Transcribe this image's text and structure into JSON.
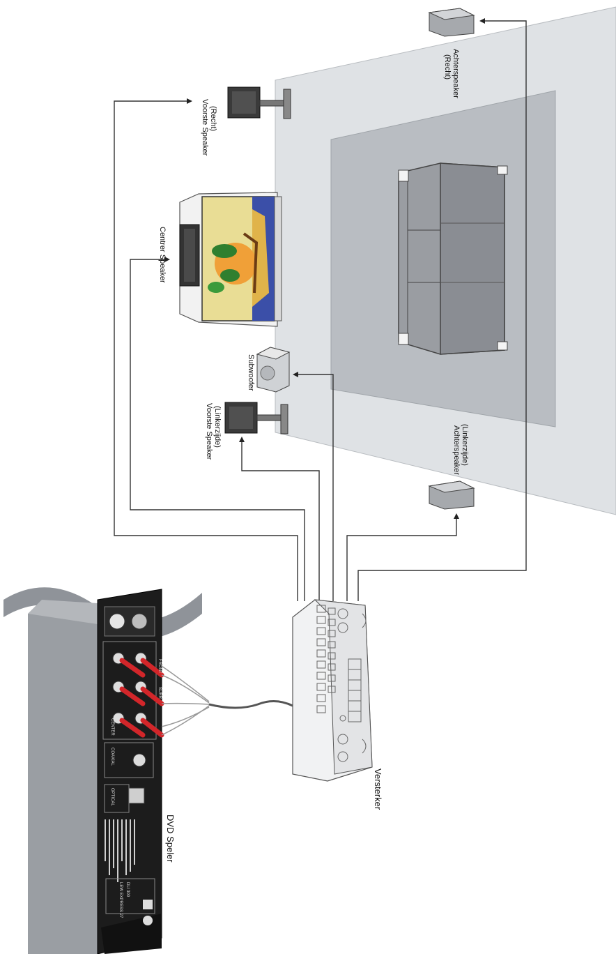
{
  "labels": {
    "rear_right": [
      "Achterspeaker",
      "(Recht)"
    ],
    "front_right": [
      "Voorste Speaker",
      "(Recht)"
    ],
    "center": [
      "Centrer Speaker"
    ],
    "subwoofer": [
      "Subwoofer"
    ],
    "front_left": [
      "Voorste Speaker",
      "(Linkerzijde)"
    ],
    "rear_left": [
      "Achterspeaker",
      "(Linkerzijde)"
    ],
    "amplifier": [
      "Versterker"
    ],
    "dvd": [
      "DVD Speler"
    ]
  },
  "dvd_panel": {
    "jack_labels": [
      "FRONT",
      "SURR",
      "CENTER",
      "COAXIAL",
      "OPTICAL"
    ],
    "model_lines": [
      "DLI 300",
      "LEW EXPRESS 27"
    ]
  },
  "colors": {
    "floor_outer": "#dfe2e5",
    "floor_inner": "#b9bdc2",
    "sofa": "#8d9096",
    "dvd_panel": "#1c1c1c",
    "rca_red": "#d2262a",
    "sky": "#e9dd95",
    "sea": "#3b4fa8",
    "sun": "#f0a038"
  }
}
